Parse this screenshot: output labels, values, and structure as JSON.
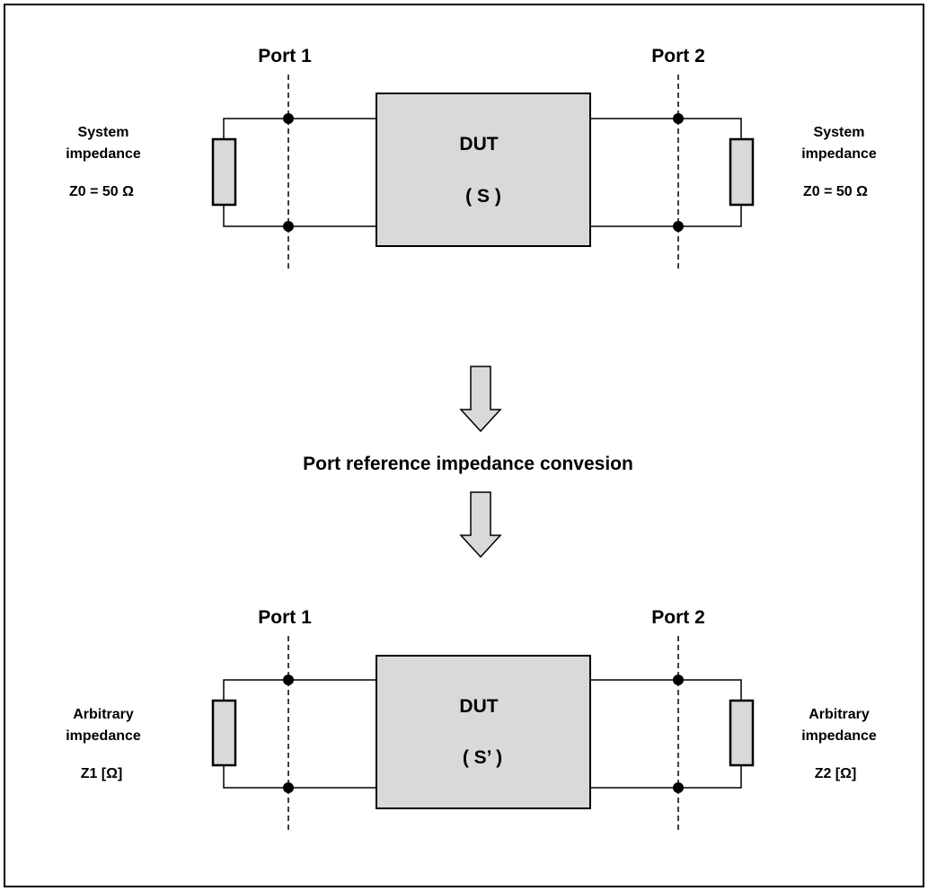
{
  "colors": {
    "outline": "#000000",
    "component_fill": "#d9d9d9",
    "background": "#ffffff"
  },
  "top": {
    "port1_label": "Port 1",
    "port2_label": "Port 2",
    "dut_label": "DUT",
    "dut_param": "( S )",
    "left_impedance": {
      "line1": "System",
      "line2": "impedance",
      "value": "Z0 = 50 Ω"
    },
    "right_impedance": {
      "line1": "System",
      "line2": "impedance",
      "value": "Z0 = 50 Ω"
    }
  },
  "conversion_label": "Port reference impedance convesion",
  "bottom": {
    "port1_label": "Port 1",
    "port2_label": "Port 2",
    "dut_label": "DUT",
    "dut_param": "( S’ )",
    "left_impedance": {
      "line1": "Arbitrary",
      "line2": "impedance",
      "value": "Z1 [Ω]"
    },
    "right_impedance": {
      "line1": "Arbitrary",
      "line2": "impedance",
      "value": "Z2 [Ω]"
    }
  }
}
